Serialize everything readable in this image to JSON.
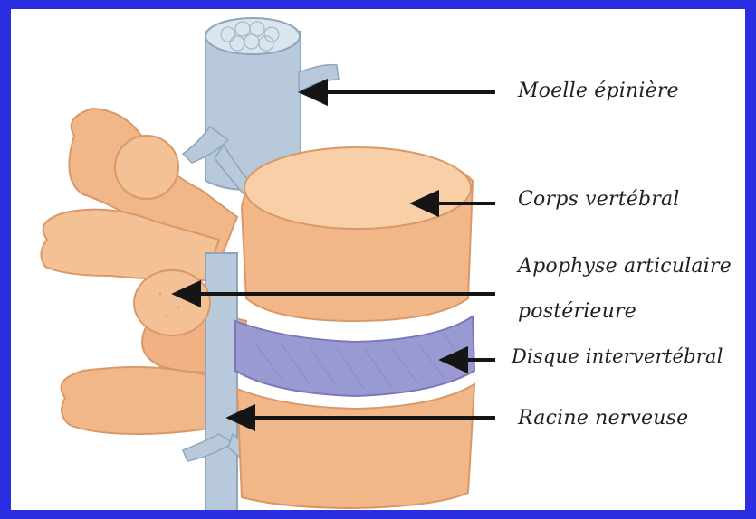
{
  "labels": [
    {
      "id": "moelle",
      "text": "Moelle épinière"
    },
    {
      "id": "corps",
      "text": "Corps vertébral"
    },
    {
      "id": "apophyse_line1",
      "text": "Apophyse articulaire"
    },
    {
      "id": "apophyse_line2",
      "text": "postérieure"
    },
    {
      "id": "disque",
      "text": "Disque intervertébral"
    },
    {
      "id": "racine",
      "text": "Racine nerveuse"
    }
  ],
  "colors": {
    "frame": "#2a2ee0",
    "panel": "#ffffff",
    "bone": "#f2b788",
    "bone_shadow": "#d99868",
    "bone_light": "#f8cfa7",
    "disc": "#9a9ad2",
    "disc_dark": "#7a78b8",
    "cord": "#b7c9db",
    "cord_dark": "#8fa6bc",
    "arrow": "#151515"
  }
}
